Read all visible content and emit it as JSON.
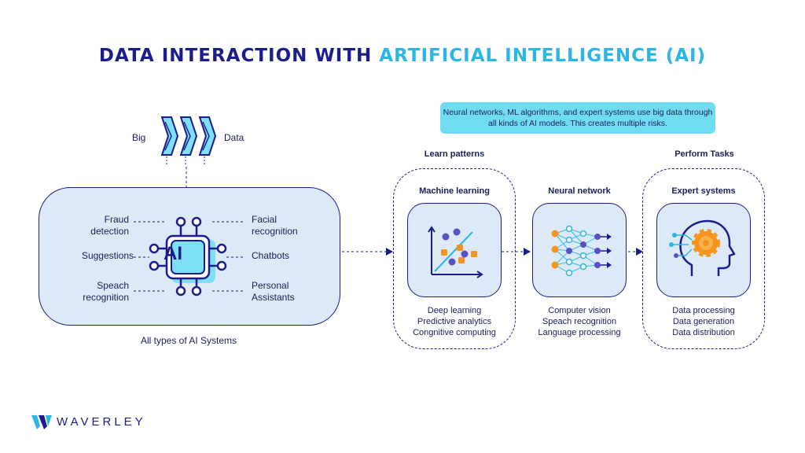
{
  "title": {
    "part1": "DATA INTERACTION WITH",
    "part2": "ARTIFICIAL INTELLIGENCE (AI)"
  },
  "big_data": {
    "left": "Big",
    "right": "Data"
  },
  "note": "Neural networks, ML algorithms, and expert systems use big data through all kinds of AI models. This creates multiple risks.",
  "ai_panel": {
    "chip_label": "AI",
    "caption": "All types of AI Systems",
    "left_items": [
      "Fraud detection",
      "Suggestions",
      "Speach recognition"
    ],
    "right_items": [
      "Facial recognition",
      "Chatbots",
      "Personal Assistants"
    ]
  },
  "groups": {
    "learn": {
      "header": "Learn patterns"
    },
    "perform": {
      "header": "Perform Tasks"
    }
  },
  "cards": [
    {
      "title": "Machine learning",
      "items": [
        "Deep learning",
        "Predictive analytics",
        "Congnitive computing"
      ]
    },
    {
      "title": "Neural network",
      "items": [
        "Computer vision",
        "Speach recognition",
        "Language processing"
      ]
    },
    {
      "title": "Expert systems",
      "items": [
        "Data processing",
        "Data generation",
        "Data distribution"
      ]
    }
  ],
  "logo": {
    "text": "WAVERLEY"
  },
  "colors": {
    "navy": "#1d1c8c",
    "cyan": "#2bb6e6",
    "light_panel": "#dbeaf6",
    "note_bg": "#6fdcf2",
    "orange": "#f7941d",
    "purple": "#5b4fc4"
  }
}
